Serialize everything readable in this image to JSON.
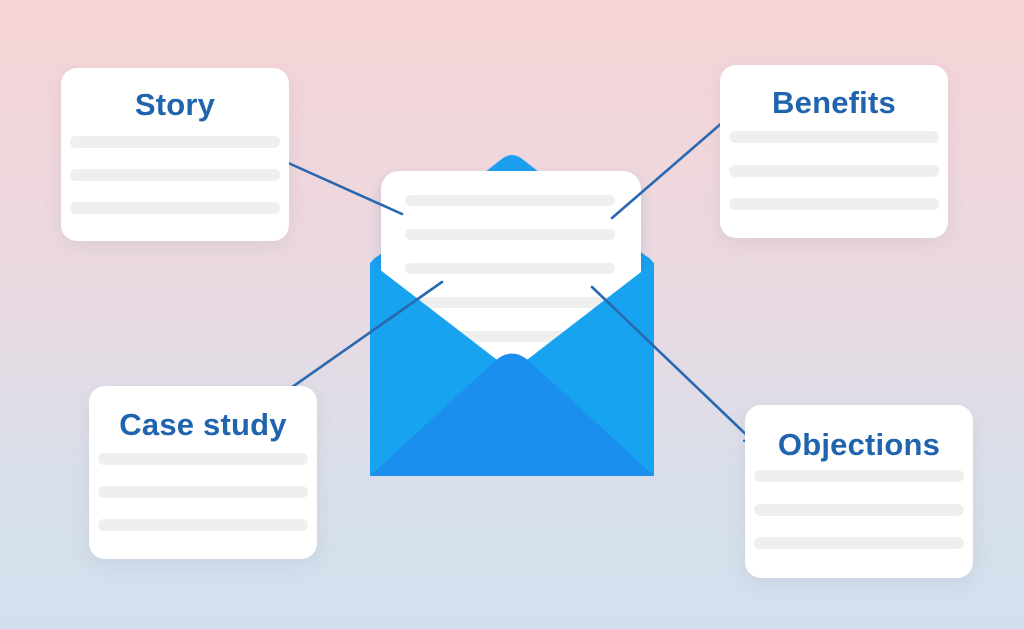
{
  "cards": {
    "story": {
      "title": "Story"
    },
    "benefits": {
      "title": "Benefits"
    },
    "case_study": {
      "title": "Case study"
    },
    "objections": {
      "title": "Objections"
    }
  },
  "colors": {
    "title_text": "#1f64ad",
    "arrow": "#2a68b2",
    "envelope_back": "#1aa0ee",
    "envelope_front": "#1b8fee",
    "letter": "#ffffff",
    "line_placeholder": "#efefef"
  },
  "icons": {
    "envelope": "open-envelope-icon"
  }
}
